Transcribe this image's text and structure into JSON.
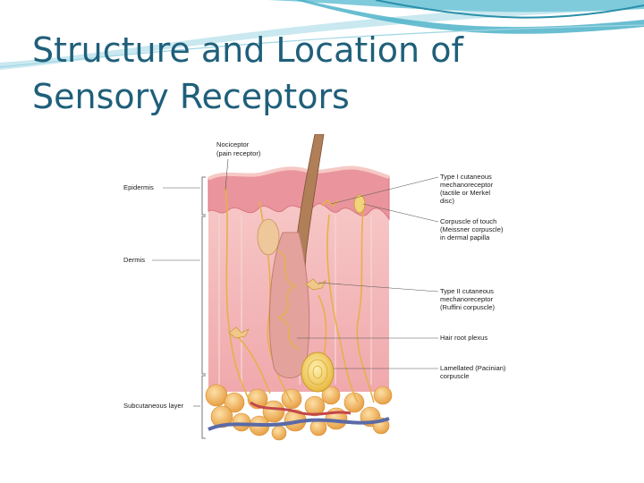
{
  "slide": {
    "title_line1": "Structure and Location of",
    "title_line2": "Sensory Receptors"
  },
  "figure": {
    "left_labels": {
      "epidermis": "Epidermis",
      "dermis": "Dermis",
      "subcutaneous": "Subcutaneous layer"
    },
    "nociceptor": {
      "line1": "Nociceptor",
      "line2": "(pain receptor)"
    },
    "right_labels": {
      "type1": [
        "Type I cutaneous",
        "mechanoreceptor",
        "(tactile or Merkel",
        "disc)"
      ],
      "meissner": [
        "Corpuscle of touch",
        "(Meissner corpuscle)",
        "in dermal papilla"
      ],
      "type2": [
        "Type II cutaneous",
        "mechanoreceptor",
        "(Ruffini corpuscle)"
      ],
      "hair_plexus": [
        "Hair root plexus"
      ],
      "pacinian": [
        "Lamellated (Pacinian)",
        "corpuscle"
      ]
    }
  },
  "colors": {
    "title": "#1f5f7a",
    "swoosh": "#4fb3c9",
    "dermis": "#f2b6b8",
    "epidermis": "#e98f98",
    "fat": "#f1b55c",
    "nerve": "#e7b04a",
    "hair": "#8a5a3a"
  }
}
